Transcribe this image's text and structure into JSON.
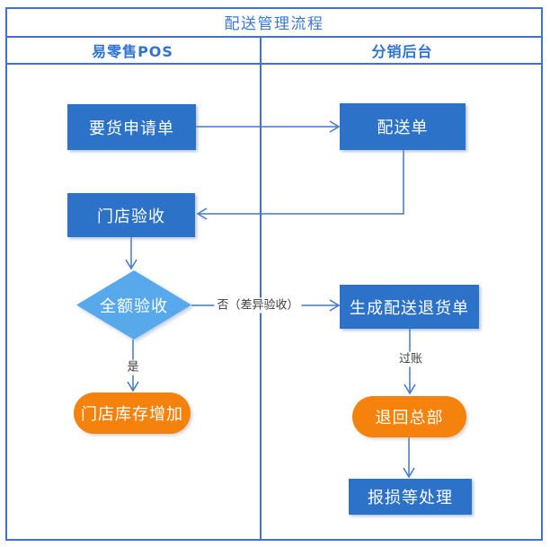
{
  "title": "配送管理流程",
  "lanes": [
    {
      "label": "易零售POS"
    },
    {
      "label": "分销后台"
    }
  ],
  "nodes": {
    "request": {
      "label": "要货申请单",
      "type": "process",
      "lane": "易零售POS"
    },
    "delivery": {
      "label": "配送单",
      "type": "process",
      "lane": "分销后台"
    },
    "store_check": {
      "label": "门店验收",
      "type": "process",
      "lane": "易零售POS"
    },
    "full_check": {
      "label": "全额验收",
      "type": "decision",
      "lane": "易零售POS"
    },
    "return_order": {
      "label": "生成配送退货单",
      "type": "process",
      "lane": "分销后台"
    },
    "inventory_increase": {
      "label": "门店库存增加",
      "type": "terminal",
      "lane": "易零售POS"
    },
    "return_hq": {
      "label": "退回总部",
      "type": "terminal",
      "lane": "分销后台"
    },
    "damage_handling": {
      "label": "报损等处理",
      "type": "process",
      "lane": "分销后台"
    }
  },
  "edges": [
    {
      "from": "request",
      "to": "delivery",
      "label": ""
    },
    {
      "from": "delivery",
      "to": "store_check",
      "label": ""
    },
    {
      "from": "store_check",
      "to": "full_check",
      "label": ""
    },
    {
      "from": "full_check",
      "to": "return_order",
      "label": "否（差异验收）"
    },
    {
      "from": "full_check",
      "to": "inventory_increase",
      "label": "是"
    },
    {
      "from": "return_order",
      "to": "return_hq",
      "label": "过账"
    },
    {
      "from": "return_hq",
      "to": "damage_handling",
      "label": ""
    }
  ],
  "edge_labels": {
    "no": "否（差异验收）",
    "yes": "是",
    "posting": "过账"
  },
  "colors": {
    "frame_blue": "#4273C9",
    "process_blue": "#2B72C8",
    "decision_blue": "#58A9EC",
    "terminal_orange": "#F5820C",
    "connector_blue": "#4377C8",
    "heading_blue": "#2E74D0",
    "label_text": "#3D3D3D"
  }
}
